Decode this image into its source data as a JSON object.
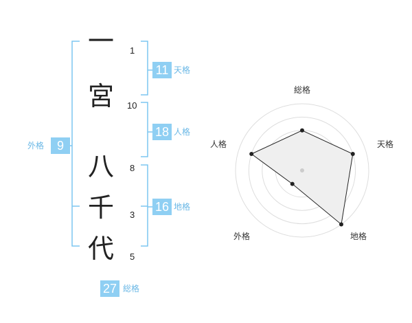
{
  "name_chars": [
    {
      "char": "一",
      "strokes": "1"
    },
    {
      "char": "宮",
      "strokes": "10"
    },
    {
      "char": "八",
      "strokes": "8"
    },
    {
      "char": "千",
      "strokes": "3"
    },
    {
      "char": "代",
      "strokes": "5"
    }
  ],
  "kaku": {
    "tenkaku": {
      "value": "11",
      "label": "天格"
    },
    "jinkaku": {
      "value": "18",
      "label": "人格"
    },
    "chikaku": {
      "value": "16",
      "label": "地格"
    },
    "gaikaku": {
      "value": "9",
      "label": "外格"
    },
    "soukaku": {
      "value": "27",
      "label": "総格"
    }
  },
  "colors": {
    "accent": "#8fcff3",
    "accent_text": "#6bb8e6",
    "bracket": "#7cc6f0",
    "radar_fill": "#efefef",
    "radar_line": "#222222",
    "grid": "#dddddd"
  },
  "chart_data": {
    "type": "radar",
    "axes": [
      "総格",
      "天格",
      "地格",
      "外格",
      "人格"
    ],
    "values": [
      0.6,
      0.8,
      1.0,
      0.25,
      0.8
    ],
    "max": 1.0
  }
}
